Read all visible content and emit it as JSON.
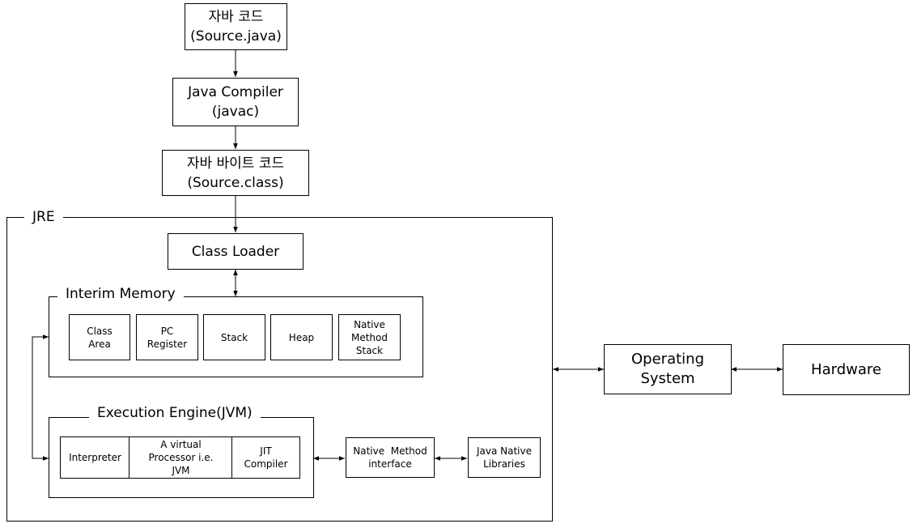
{
  "source_code": {
    "line1": "자바 코드",
    "line2": "(Source.java)"
  },
  "compiler": {
    "line1": "Java Compiler",
    "line2": "(javac)"
  },
  "bytecode": {
    "line1": "자바 바이트 코드",
    "line2": "(Source.class)"
  },
  "jre": {
    "label": "JRE"
  },
  "class_loader": {
    "label": "Class Loader"
  },
  "interim_memory": {
    "label": "Interim Memory",
    "areas": [
      {
        "line1": "Class",
        "line2": "Area",
        "line3": ""
      },
      {
        "line1": "PC",
        "line2": "Register",
        "line3": ""
      },
      {
        "line1": "Stack",
        "line2": "",
        "line3": ""
      },
      {
        "line1": "Heap",
        "line2": "",
        "line3": ""
      },
      {
        "line1": "Native",
        "line2": "Method",
        "line3": "Stack"
      }
    ]
  },
  "execution_engine": {
    "label": "Execution Engine(JVM)",
    "interpreter": "Interpreter",
    "virtual_processor": {
      "line1": "A virtual",
      "line2": "Processor i.e.",
      "line3": "JVM"
    },
    "jit": {
      "line1": "JIT",
      "line2": "Compiler"
    }
  },
  "native_method_interface": {
    "line1": "Native  Method",
    "line2": "interface"
  },
  "java_native_libraries": {
    "line1": "Java Native",
    "line2": "Libraries"
  },
  "operating_system": {
    "line1": "Operating",
    "line2": "System"
  },
  "hardware": {
    "label": "Hardware"
  }
}
